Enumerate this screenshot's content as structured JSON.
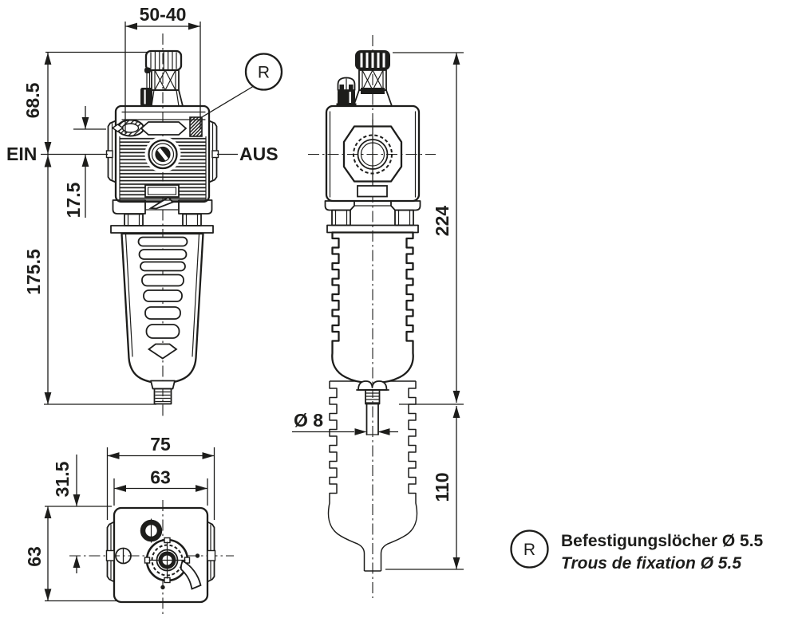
{
  "front_view": {
    "dim_top_width": "50-40",
    "dim_upper_height": "68.5",
    "label_inlet": "EIN",
    "label_outlet": "AUS",
    "dim_port_depth": "17.5",
    "dim_lower_height": "175.5",
    "callout_letter": "R"
  },
  "side_view": {
    "dim_total_height": "224",
    "dim_drain_diameter": "Ø 8",
    "dim_removal_clearance": "110"
  },
  "bottom_view": {
    "dim_overall_width": "75",
    "dim_body_width": "63",
    "dim_center_offset": "31.5",
    "dim_body_depth": "63"
  },
  "legend": {
    "callout_letter": "R",
    "text_de": "Befestigungslöcher Ø 5.5",
    "text_fr": "Trous de fixation Ø 5.5"
  },
  "colors": {
    "ink": "#1d1d1b",
    "background": "#ffffff"
  }
}
